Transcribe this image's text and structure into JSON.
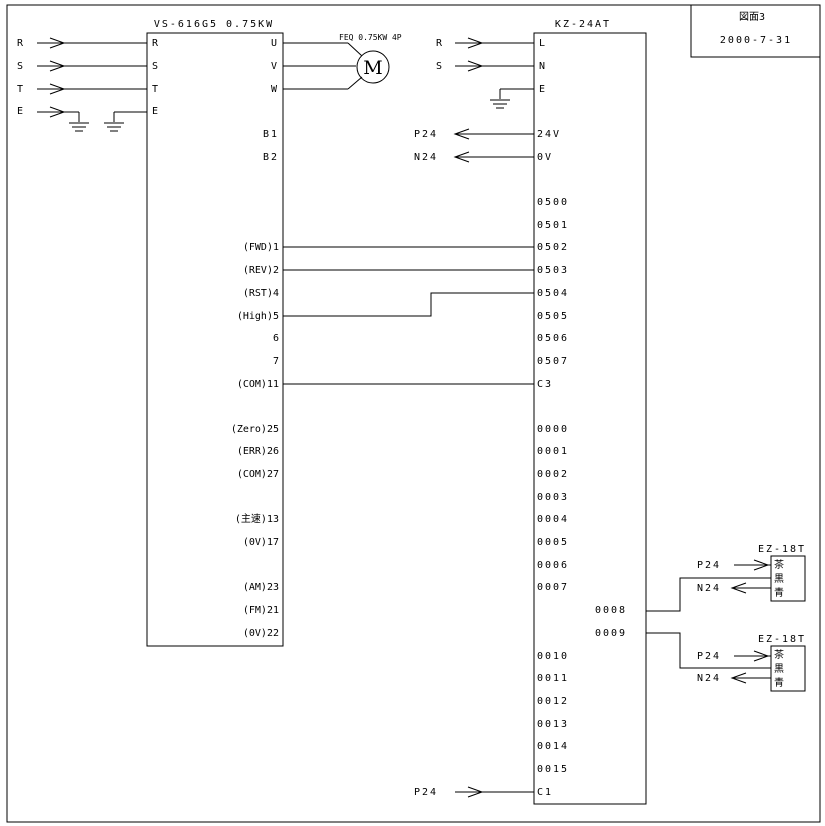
{
  "title_box": {
    "label": "図面3",
    "date": "2000-7-31"
  },
  "inverter": {
    "title": "VS-616G5  0.75KW",
    "left_terms": [
      "R",
      "S",
      "T",
      "E"
    ],
    "right_terms": [
      "U",
      "V",
      "W"
    ],
    "b_terms": [
      "B1",
      "B2"
    ],
    "signals": [
      {
        "label": "(FWD)1"
      },
      {
        "label": "(REV)2"
      },
      {
        "label": "(RST)4"
      },
      {
        "label": "(High)5"
      },
      {
        "label": "6"
      },
      {
        "label": "7"
      },
      {
        "label": "(COM)11"
      },
      {
        "label": "(Zero)25"
      },
      {
        "label": "(ERR)26"
      },
      {
        "label": "(COM)27"
      },
      {
        "label": "(主速)13"
      },
      {
        "label": "(0V)17"
      },
      {
        "label": "(AM)23"
      },
      {
        "label": "(FM)21"
      },
      {
        "label": "(0V)22"
      }
    ]
  },
  "motor": {
    "symbol": "M",
    "spec": "FEQ 0.75KW 4P"
  },
  "supply_left": [
    "R",
    "S",
    "T",
    "E"
  ],
  "plc": {
    "title": "KZ-24AT",
    "power": [
      "L",
      "N",
      "E"
    ],
    "dc": [
      "24V",
      "0V"
    ],
    "inputs": [
      "0500",
      "0501",
      "0502",
      "0503",
      "0504",
      "0505",
      "0506",
      "0507",
      "C3"
    ],
    "outputs": [
      "0000",
      "0001",
      "0002",
      "0003",
      "0004",
      "0005",
      "0006",
      "0007"
    ],
    "outputs2": [
      "0010",
      "0011",
      "0012",
      "0013",
      "0014",
      "0015",
      "C1"
    ],
    "aux": [
      "0008",
      "0009"
    ]
  },
  "supply_right": [
    "R",
    "S"
  ],
  "rails": {
    "p24": "P24",
    "n24": "N24"
  },
  "ez": [
    {
      "title": "EZ-18T",
      "chars": [
        "茶",
        "黒",
        "青"
      ],
      "p": "P24",
      "n": "N24"
    },
    {
      "title": "EZ-18T",
      "chars": [
        "茶",
        "黒",
        "青"
      ],
      "p": "P24",
      "n": "N24"
    }
  ]
}
